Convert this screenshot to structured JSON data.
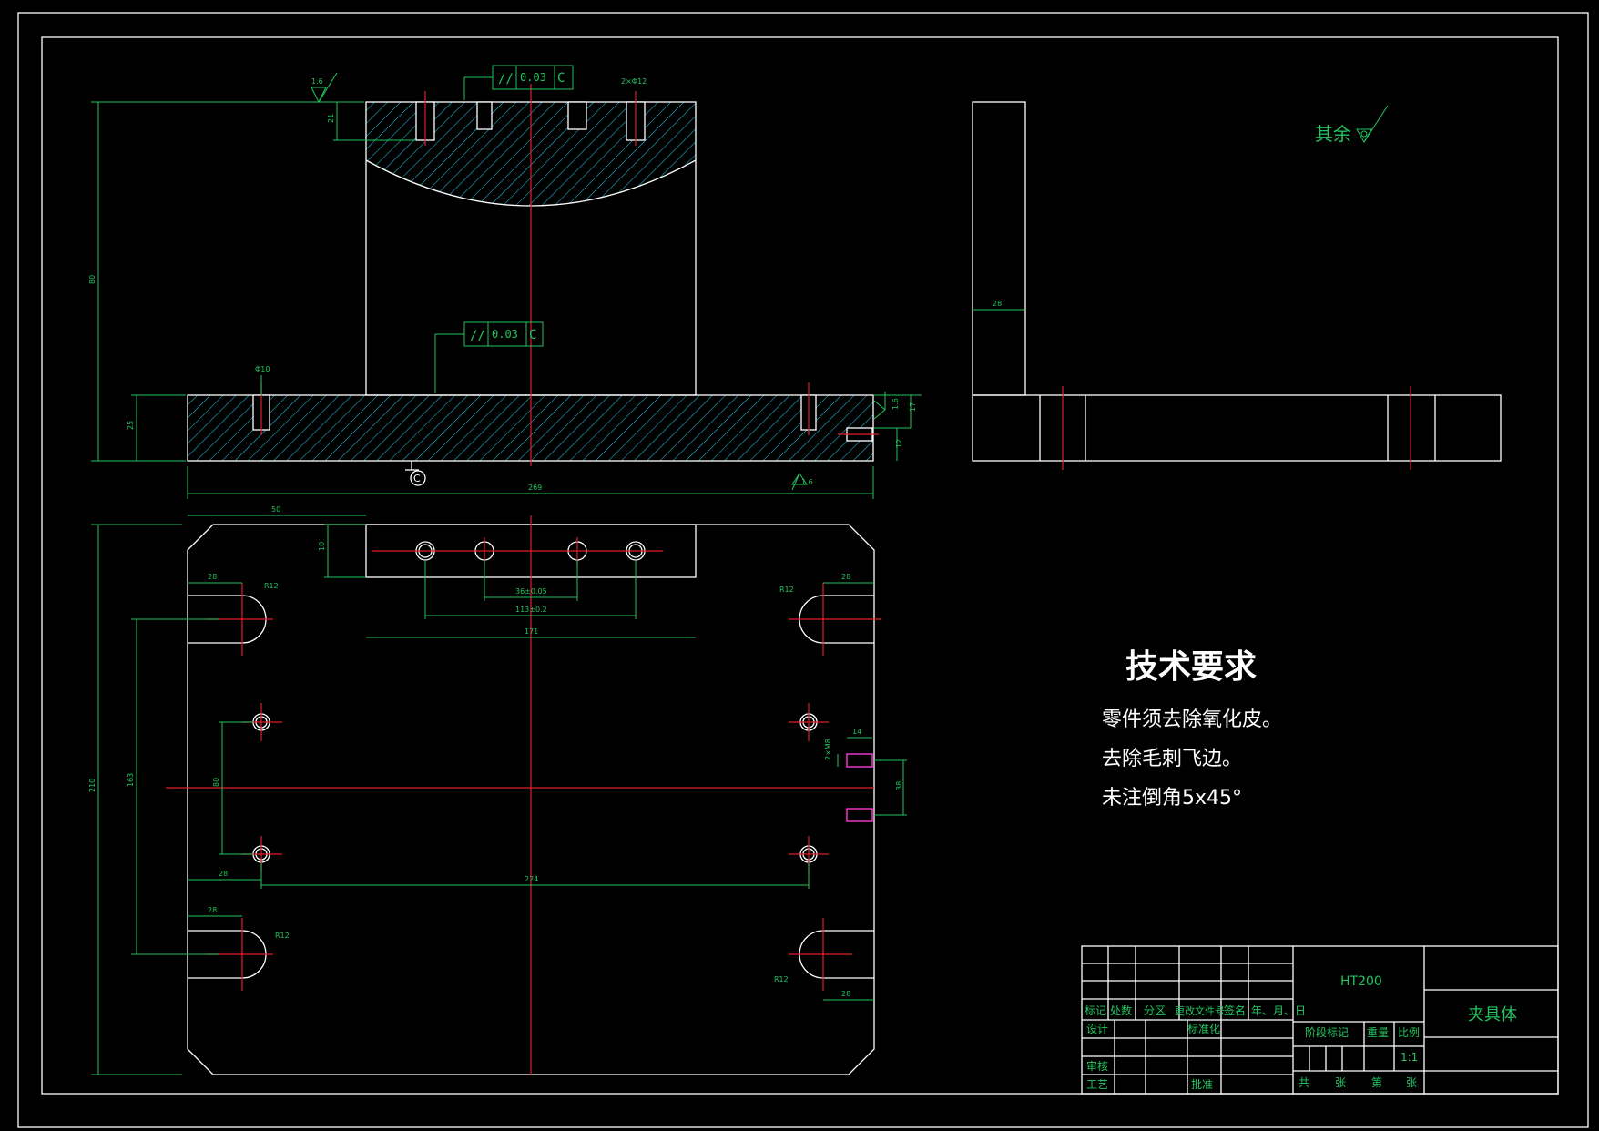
{
  "drawing": {
    "tech_requirements": {
      "title": "技术要求",
      "lines": [
        "零件须去除氧化皮。",
        "去除毛刺飞边。",
        "未注倒角5x45°"
      ]
    },
    "surface_note": "其余",
    "roughness": {
      "top": "1.6",
      "right": "1.6",
      "bottom": "1.6"
    },
    "tolerance_frames": [
      {
        "symbol": "//",
        "value": "0.03",
        "datum": "C"
      },
      {
        "symbol": "//",
        "value": "0.03",
        "datum": "C"
      }
    ],
    "datum_label": "C",
    "title_block": {
      "material": "HT200",
      "part_name": "夹具体",
      "scale": "1:1",
      "headers": [
        "标记",
        "处数",
        "分区",
        "更改文件号",
        "签名",
        "年、月、日"
      ],
      "row_labels": {
        "design": "设计",
        "standardize": "标准化",
        "review": "审核",
        "process": "工艺",
        "approve": "批准"
      },
      "stage_label": "阶段标记",
      "weight_label": "重量",
      "scale_label": "比例",
      "sheet_text": [
        "共",
        "张",
        "第",
        "张"
      ]
    },
    "dimensions": {
      "front_height": "80",
      "base_thick": "25",
      "base_length": "269",
      "hole_depth": "21",
      "side_width": "28",
      "plan_depth": "50",
      "plan_width": "171",
      "hole_space_1": "36±0.05",
      "hole_space_2": "113±0.2",
      "plate_height": "210",
      "slot_space": "163",
      "hole_row_space": "80",
      "bolt_hole_space": "224",
      "left_off": "28",
      "edge_28": "28",
      "radius": "R12",
      "pin_len": "14",
      "pin_dia": "2×M8",
      "pin_space": "38",
      "small_a": "10",
      "hole_dia_top": "2×Φ12",
      "hole_dia_base": "Φ10",
      "right_small_1": "17",
      "right_small_2": "12"
    }
  }
}
